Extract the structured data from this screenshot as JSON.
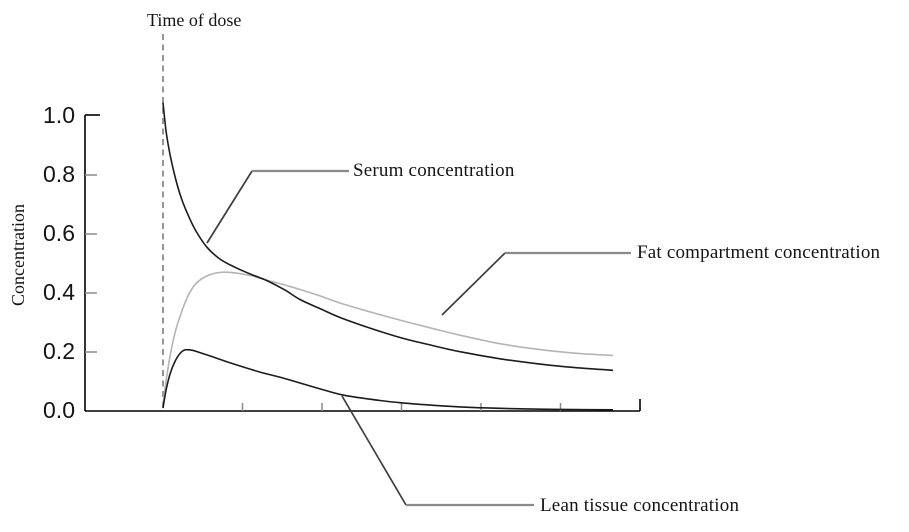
{
  "figure_background": "#ffffff",
  "colors": {
    "axis": "#000000",
    "minor_tick": "#8a8a8a",
    "dose_line": "#969696",
    "leader_diagonal": "#3d3d3d",
    "leader_horizontal": "#8a8a8a",
    "serum_curve": "#1c1c1c",
    "fat_curve": "#b4b4b4",
    "lean_curve": "#1c1c1c"
  },
  "chart_data": {
    "type": "line",
    "title": "",
    "xlabel": "",
    "ylabel": "Concentration",
    "ylim": [
      0.0,
      1.05
    ],
    "xlim": [
      -1,
      6
    ],
    "grid": false,
    "legend_position": "inline-annotations",
    "x_axis": {
      "tick_positions": [
        1,
        2,
        3,
        4,
        5
      ],
      "tick_labels": [
        "",
        "",
        "",
        "",
        ""
      ],
      "labeled": false
    },
    "y_axis": {
      "ticks": [
        {
          "value": 1.0,
          "label": "1.0"
        },
        {
          "value": 0.8,
          "label": "0.8"
        },
        {
          "value": 0.6,
          "label": "0.6"
        },
        {
          "value": 0.4,
          "label": "0.4"
        },
        {
          "value": 0.2,
          "label": "0.2"
        },
        {
          "value": 0.0,
          "label": "0.0"
        }
      ]
    },
    "annotations": {
      "dose_line": {
        "label": "Time of dose",
        "x": 0,
        "style": "dashed-vertical"
      },
      "serum": {
        "label": "Serum concentration",
        "attach_point": [
          0.55,
          0.57
        ]
      },
      "fat": {
        "label": "Fat compartment concentration",
        "attach_point": [
          3.5,
          0.33
        ]
      },
      "lean": {
        "label": "Lean tissue concentration",
        "attach_point": [
          2.25,
          0.05
        ]
      }
    },
    "series": [
      {
        "name": "Serum concentration",
        "color": "#1c1c1c",
        "points": [
          [
            0.0,
            1.045
          ],
          [
            0.038,
            0.95
          ],
          [
            0.088,
            0.87
          ],
          [
            0.151,
            0.795
          ],
          [
            0.226,
            0.725
          ],
          [
            0.314,
            0.665
          ],
          [
            0.415,
            0.61
          ],
          [
            0.553,
            0.555
          ],
          [
            0.717,
            0.515
          ],
          [
            0.906,
            0.487
          ],
          [
            1.119,
            0.462
          ],
          [
            1.308,
            0.442
          ],
          [
            1.535,
            0.41
          ],
          [
            1.723,
            0.378
          ],
          [
            1.975,
            0.347
          ],
          [
            2.226,
            0.317
          ],
          [
            2.604,
            0.281
          ],
          [
            2.981,
            0.249
          ],
          [
            3.358,
            0.224
          ],
          [
            3.736,
            0.201
          ],
          [
            4.239,
            0.177
          ],
          [
            4.742,
            0.159
          ],
          [
            5.182,
            0.147
          ],
          [
            5.66,
            0.138
          ]
        ]
      },
      {
        "name": "Fat compartment concentration",
        "color": "#b4b4b4",
        "points": [
          [
            0.0,
            0.02
          ],
          [
            0.038,
            0.1
          ],
          [
            0.088,
            0.185
          ],
          [
            0.151,
            0.265
          ],
          [
            0.226,
            0.33
          ],
          [
            0.314,
            0.39
          ],
          [
            0.415,
            0.432
          ],
          [
            0.553,
            0.458
          ],
          [
            0.717,
            0.47
          ],
          [
            0.906,
            0.468
          ],
          [
            1.119,
            0.458
          ],
          [
            1.308,
            0.443
          ],
          [
            1.535,
            0.427
          ],
          [
            1.723,
            0.412
          ],
          [
            1.975,
            0.39
          ],
          [
            2.226,
            0.366
          ],
          [
            2.604,
            0.336
          ],
          [
            2.981,
            0.308
          ],
          [
            3.358,
            0.282
          ],
          [
            3.736,
            0.257
          ],
          [
            4.239,
            0.228
          ],
          [
            4.742,
            0.208
          ],
          [
            5.182,
            0.196
          ],
          [
            5.66,
            0.188
          ]
        ]
      },
      {
        "name": "Lean tissue concentration",
        "color": "#1c1c1c",
        "points": [
          [
            0.0,
            0.01
          ],
          [
            0.038,
            0.07
          ],
          [
            0.088,
            0.125
          ],
          [
            0.151,
            0.168
          ],
          [
            0.214,
            0.195
          ],
          [
            0.277,
            0.207
          ],
          [
            0.365,
            0.206
          ],
          [
            0.465,
            0.198
          ],
          [
            0.654,
            0.181
          ],
          [
            0.906,
            0.158
          ],
          [
            1.22,
            0.132
          ],
          [
            1.535,
            0.11
          ],
          [
            1.723,
            0.095
          ],
          [
            1.975,
            0.075
          ],
          [
            2.252,
            0.055
          ],
          [
            2.604,
            0.04
          ],
          [
            2.981,
            0.028
          ],
          [
            3.358,
            0.02
          ],
          [
            3.736,
            0.014
          ],
          [
            4.239,
            0.009
          ],
          [
            4.742,
            0.006
          ],
          [
            5.182,
            0.005
          ],
          [
            5.66,
            0.004
          ]
        ]
      }
    ]
  }
}
